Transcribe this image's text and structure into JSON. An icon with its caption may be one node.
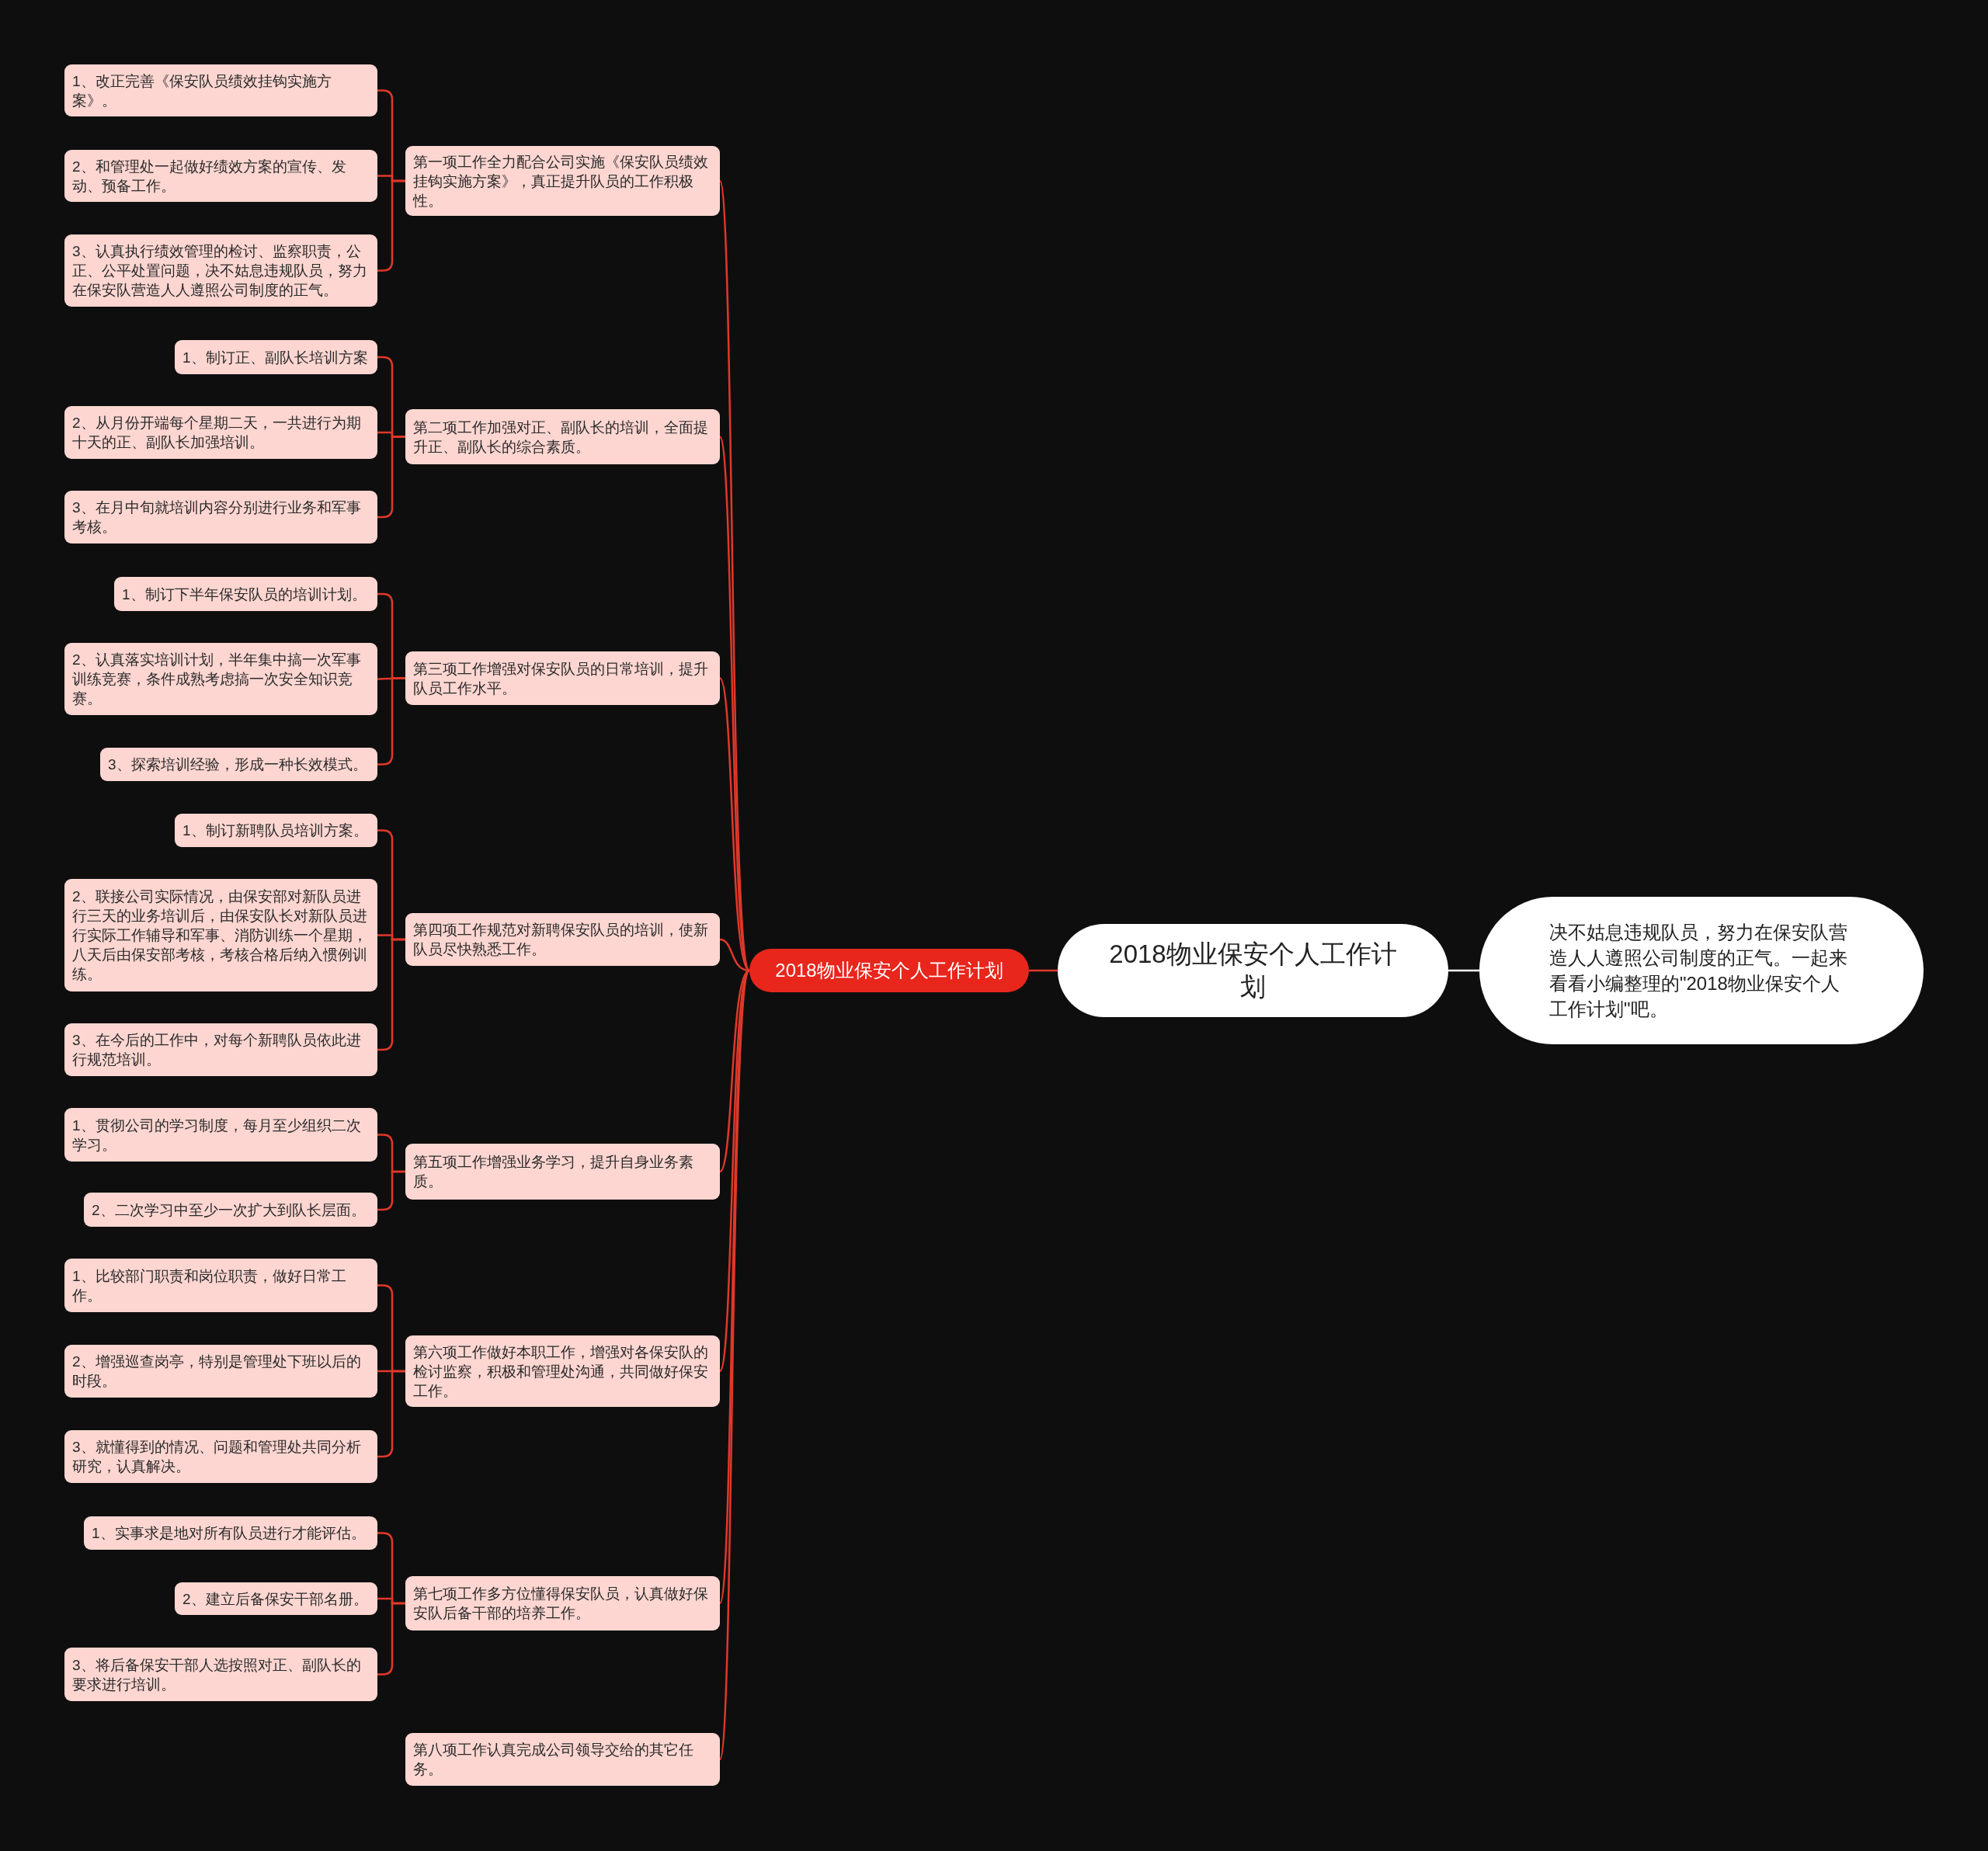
{
  "diagram": {
    "nodes": [
      {
        "text": [
          "2018物业保安个人工作计划"
        ]
      },
      {
        "text": [
          "决不姑息违规队员，努力在保安队营造人人遵照公司制度的正气。一起来看看小编整理的\"2018物业保安个人工作计划\"吧。"
        ]
      },
      {
        "text": [
          "2018物业保安个人工作计划"
        ]
      },
      {
        "text": [
          "第一项工作全力配合公司实施《保安队员绩效挂钩实施方案》，真正提升队员的工作积极性。"
        ]
      },
      {
        "text": [
          "1、改正完善《保安队员绩效挂钩实施方案》。"
        ]
      },
      {
        "text": [
          "2、和管理处一起做好绩效方案的宣传、发动、预备工作。"
        ]
      },
      {
        "text": [
          "3、认真执行绩效管理的检讨、监察职责，公正、公平处置问题，决不姑息违规队员，努力在保安队营造人人遵照公司制度的正气。"
        ]
      },
      {
        "text": [
          "第二项工作加强对正、副队长的培训，全面提升正、副队长的综合素质。"
        ]
      },
      {
        "text": [
          "1、制订正、副队长培训方案"
        ]
      },
      {
        "text": [
          "2、从月份开端每个星期二天，一共进行为期十天的正、副队长加强培训。"
        ]
      },
      {
        "text": [
          "3、在月中旬就培训内容分别进行业务和军事考核。"
        ]
      },
      {
        "text": [
          "第三项工作增强对保安队员的日常培训，提升队员工作水平。"
        ]
      },
      {
        "text": [
          "1、制订下半年保安队员的培训计划。"
        ]
      },
      {
        "text": [
          "2、认真落实培训计划，半年集中搞一次军事训练竞赛，条件成熟考虑搞一次安全知识竞赛。"
        ]
      },
      {
        "text": [
          "3、探索培训经验，形成一种长效模式。"
        ]
      },
      {
        "text": [
          "第四项工作规范对新聘保安队员的培训，使新队员尽快熟悉工作。"
        ]
      },
      {
        "text": [
          "1、制订新聘队员培训方案。"
        ]
      },
      {
        "text": [
          "2、联接公司实际情况，由保安部对新队员进行三天的业务培训后，由保安队长对新队员进行实际工作辅导和军事、消防训练一个星期，八天后由保安部考核，考核合格后纳入惯例训练。"
        ]
      },
      {
        "text": [
          "3、在今后的工作中，对每个新聘队员依此进行规范培训。"
        ]
      },
      {
        "text": [
          "第五项工作增强业务学习，提升自身业务素质。"
        ]
      },
      {
        "text": [
          "1、贯彻公司的学习制度，每月至少组织二次学习。"
        ]
      },
      {
        "text": [
          "2、二次学习中至少一次扩大到队长层面。"
        ]
      },
      {
        "text": [
          "第六项工作做好本职工作，增强对各保安队的检讨监察，积极和管理处沟通，共同做好保安工作。"
        ]
      },
      {
        "text": [
          "1、比较部门职责和岗位职责，做好日常工作。"
        ]
      },
      {
        "text": [
          "2、增强巡查岗亭，特别是管理处下班以后的时段。"
        ]
      },
      {
        "text": [
          "3、就懂得到的情况、问题和管理处共同分析研究，认真解决。"
        ]
      },
      {
        "text": [
          "第七项工作多方位懂得保安队员，认真做好保安队后备干部的培养工作。"
        ]
      },
      {
        "text": [
          "1、实事求是地对所有队员进行才能评估。"
        ]
      },
      {
        "text": [
          "2、建立后备保安干部名册。"
        ]
      },
      {
        "text": [
          "3、将后备保安干部人选按照对正、副队长的要求进行培训。"
        ]
      },
      {
        "text": [
          "第八项工作认真完成公司领导交给的其它任务。"
        ]
      }
    ],
    "edges": [
      {
        "from": 0,
        "to": 1,
        "arrow": "none",
        "color": "#ffffff"
      },
      {
        "from": 0,
        "to": 2,
        "arrow": "none"
      },
      {
        "from": 2,
        "to": 3,
        "arrow": "none"
      },
      {
        "from": 2,
        "to": 7,
        "arrow": "none"
      },
      {
        "from": 2,
        "to": 11,
        "arrow": "none"
      },
      {
        "from": 2,
        "to": 15,
        "arrow": "none"
      },
      {
        "from": 2,
        "to": 19,
        "arrow": "none"
      },
      {
        "from": 2,
        "to": 22,
        "arrow": "none"
      },
      {
        "from": 2,
        "to": 26,
        "arrow": "none"
      },
      {
        "from": 2,
        "to": 30,
        "arrow": "none"
      },
      {
        "from": 3,
        "to": 4,
        "arrow": "none"
      },
      {
        "from": 3,
        "to": 5,
        "arrow": "none"
      },
      {
        "from": 3,
        "to": 6,
        "arrow": "none"
      },
      {
        "from": 7,
        "to": 8,
        "arrow": "none"
      },
      {
        "from": 7,
        "to": 9,
        "arrow": "none"
      },
      {
        "from": 7,
        "to": 10,
        "arrow": "none"
      },
      {
        "from": 11,
        "to": 12,
        "arrow": "none"
      },
      {
        "from": 11,
        "to": 13,
        "arrow": "none"
      },
      {
        "from": 11,
        "to": 14,
        "arrow": "none"
      },
      {
        "from": 15,
        "to": 16,
        "arrow": "none"
      },
      {
        "from": 15,
        "to": 17,
        "arrow": "none"
      },
      {
        "from": 15,
        "to": 18,
        "arrow": "none"
      },
      {
        "from": 19,
        "to": 20,
        "arrow": "none"
      },
      {
        "from": 19,
        "to": 21,
        "arrow": "none"
      },
      {
        "from": 22,
        "to": 23,
        "arrow": "none"
      },
      {
        "from": 22,
        "to": 24,
        "arrow": "none"
      },
      {
        "from": 22,
        "to": 25,
        "arrow": "none"
      },
      {
        "from": 26,
        "to": 27,
        "arrow": "none"
      },
      {
        "from": 26,
        "to": 28,
        "arrow": "none"
      },
      {
        "from": 26,
        "to": 29,
        "arrow": "none"
      }
    ]
  }
}
